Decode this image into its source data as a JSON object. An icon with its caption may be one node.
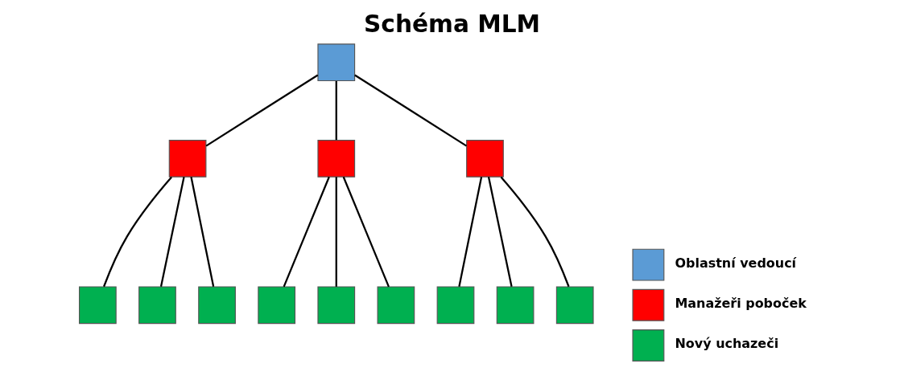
{
  "diagram": {
    "title": "Schéma MLM",
    "nodes": [
      {
        "text": [],
        "shape": "box"
      },
      {
        "text": [],
        "shape": "box"
      },
      {
        "text": [],
        "shape": "box"
      },
      {
        "text": [],
        "shape": "box"
      },
      {
        "text": [],
        "shape": "box"
      },
      {
        "text": [],
        "shape": "box"
      },
      {
        "text": [],
        "shape": "box"
      },
      {
        "text": [],
        "shape": "box"
      },
      {
        "text": [],
        "shape": "box"
      },
      {
        "text": [],
        "shape": "box"
      },
      {
        "text": [],
        "shape": "box"
      },
      {
        "text": [],
        "shape": "box"
      },
      {
        "text": [],
        "shape": "box"
      }
    ],
    "edges": [
      {
        "from": 0,
        "to": 1,
        "arrow": "none"
      },
      {
        "from": 0,
        "to": 2,
        "arrow": "none"
      },
      {
        "from": 0,
        "to": 3,
        "arrow": "none"
      },
      {
        "from": 1,
        "to": 4,
        "arrow": "none"
      },
      {
        "from": 1,
        "to": 5,
        "arrow": "none"
      },
      {
        "from": 1,
        "to": 6,
        "arrow": "none"
      },
      {
        "from": 2,
        "to": 7,
        "arrow": "none"
      },
      {
        "from": 2,
        "to": 8,
        "arrow": "none"
      },
      {
        "from": 2,
        "to": 9,
        "arrow": "none"
      },
      {
        "from": 3,
        "to": 10,
        "arrow": "none"
      },
      {
        "from": 3,
        "to": 11,
        "arrow": "none"
      },
      {
        "from": 3,
        "to": 12,
        "arrow": "none"
      }
    ],
    "legend": [
      {
        "text": "Oblastní vedoucí",
        "color": "#5b9bd5"
      },
      {
        "text": "Manažeři poboček",
        "color": "#ff0000"
      },
      {
        "text": "Nový uchazeči",
        "color": "#00b050"
      }
    ]
  }
}
